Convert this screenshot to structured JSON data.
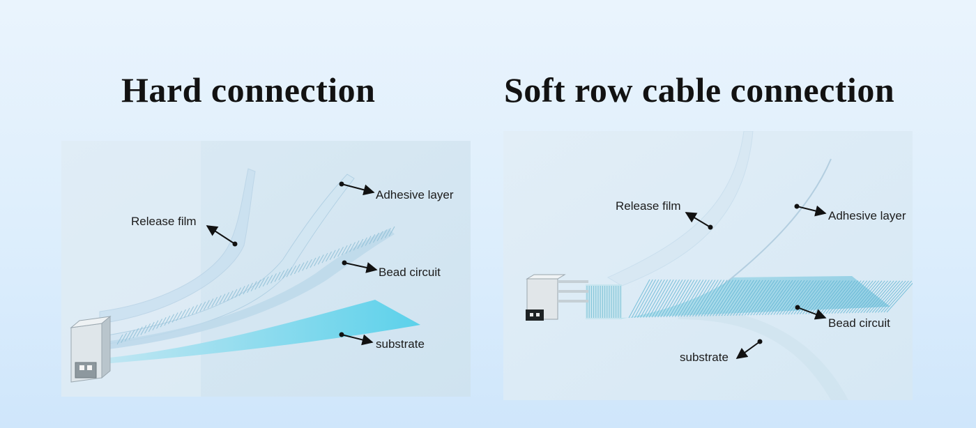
{
  "hard": {
    "title": "Hard connection",
    "labels": {
      "release_film": "Release film",
      "adhesive_layer": "Adhesive layer",
      "bead_circuit": "Bead circuit",
      "substrate": "substrate"
    }
  },
  "soft": {
    "title": "Soft row cable connection",
    "labels": {
      "release_film": "Release film",
      "adhesive_layer": "Adhesive layer",
      "bead_circuit": "Bead circuit",
      "substrate": "substrate"
    }
  },
  "colors": {
    "film": "#c6dff0",
    "substrate_cyan": "#5cd2ea",
    "circuit": "#8ebfd6",
    "arrow": "#111111"
  }
}
